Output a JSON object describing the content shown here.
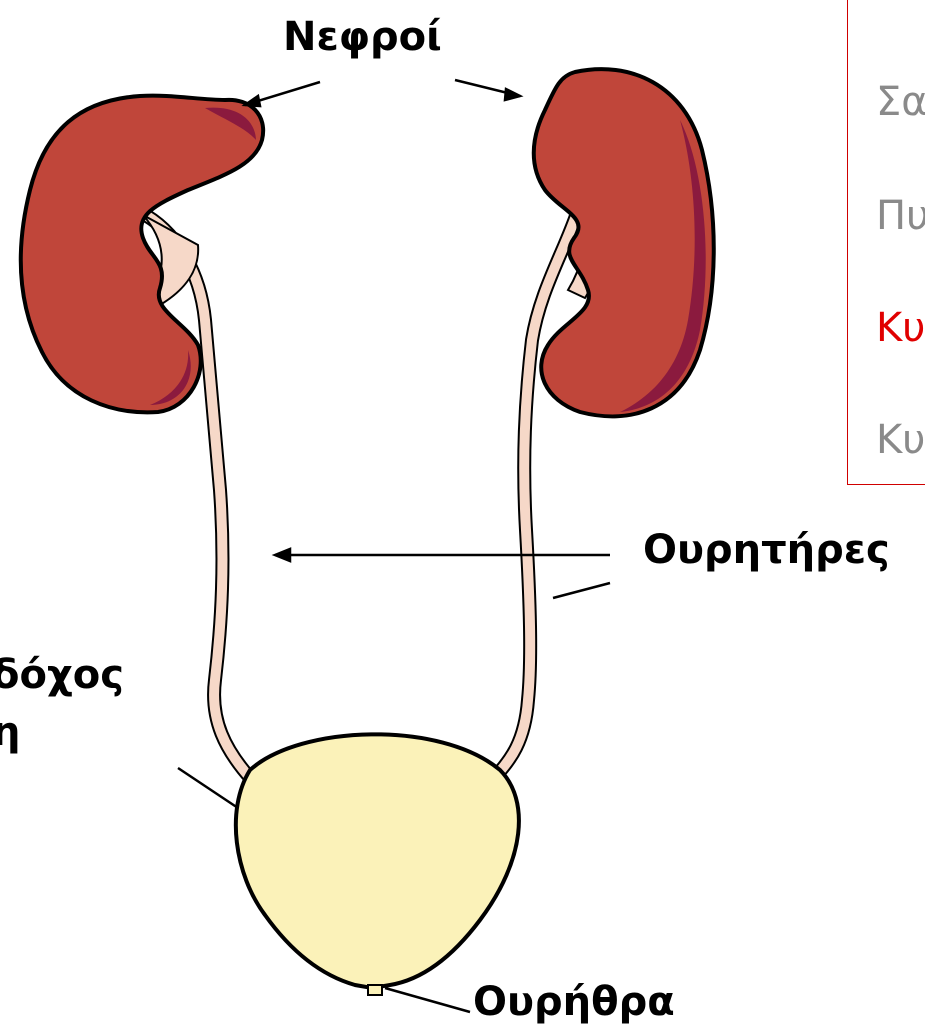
{
  "labels": {
    "kidneys": "Νεφροί",
    "ureters": "Ουρητήρες",
    "bladder_line1": "δόχος",
    "bladder_line2": "η",
    "urethra": "Ουρήθρα"
  },
  "legend": {
    "items": [
      "Σα",
      "Πυ",
      "Κυ",
      "Κυ"
    ],
    "highlight_color": "#e00000",
    "normal_color": "#8a8a8a",
    "border_color": "#d00000"
  },
  "colors": {
    "kidney": "#c0463a",
    "kidney_shadow": "#8b1a3e",
    "ureter": "#f6d8c8",
    "bladder": "#fbf2b9"
  }
}
